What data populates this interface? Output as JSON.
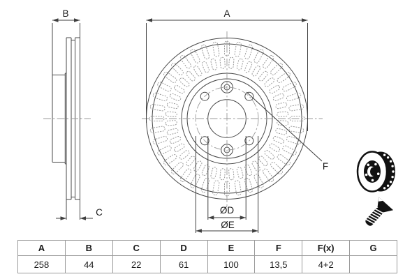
{
  "drawing": {
    "labels": {
      "a": "A",
      "b": "B",
      "c": "C",
      "d": "ØD",
      "e": "ØE",
      "f": "F"
    }
  },
  "icons": {
    "disc_icon": "brake-disc-pictogram",
    "screw_icon": "countersunk-screw-pictogram"
  },
  "table": {
    "headers": [
      "A",
      "B",
      "C",
      "D",
      "E",
      "F",
      "F(x)",
      "G"
    ],
    "values": [
      "258",
      "44",
      "22",
      "61",
      "100",
      "13,5",
      "4+2",
      ""
    ]
  }
}
